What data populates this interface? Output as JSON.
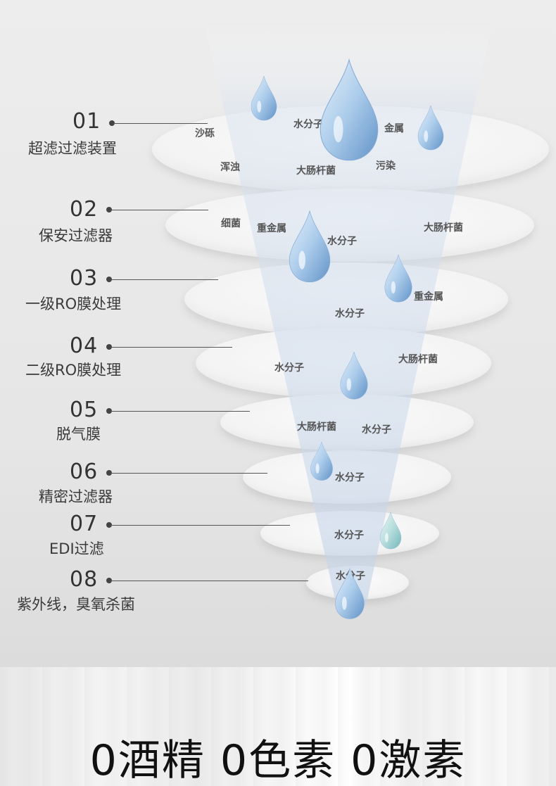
{
  "steps": [
    {
      "num": "01",
      "label": "超滤过滤装置"
    },
    {
      "num": "02",
      "label": "保安过滤器"
    },
    {
      "num": "03",
      "label": "一级RO膜处理"
    },
    {
      "num": "04",
      "label": "二级RO膜处理"
    },
    {
      "num": "05",
      "label": "脱气膜"
    },
    {
      "num": "06",
      "label": "精密过滤器"
    },
    {
      "num": "07",
      "label": "EDI过滤"
    },
    {
      "num": "08",
      "label": "紫外线，臭氧杀菌"
    }
  ],
  "disc_labels": [
    [
      "沙砾",
      "水分子",
      "金属",
      "浑浊",
      "大肠杆菌",
      "污染"
    ],
    [
      "细菌",
      "重金属",
      "水分子",
      "大肠杆菌"
    ],
    [
      "重金属",
      "水分子"
    ],
    [
      "水分子",
      "大肠杆菌"
    ],
    [
      "大肠杆菌",
      "水分子"
    ],
    [
      "水分子"
    ],
    [
      "水分子"
    ],
    [
      "水分子"
    ]
  ],
  "slogan": "0酒精 0色素 0激素",
  "colors": {
    "disc": "#f7f7f7",
    "funnel": "#c9d6e8",
    "drop": "#9fc3e6",
    "text": "#333333"
  },
  "icons": [
    "water-drop-icon"
  ]
}
